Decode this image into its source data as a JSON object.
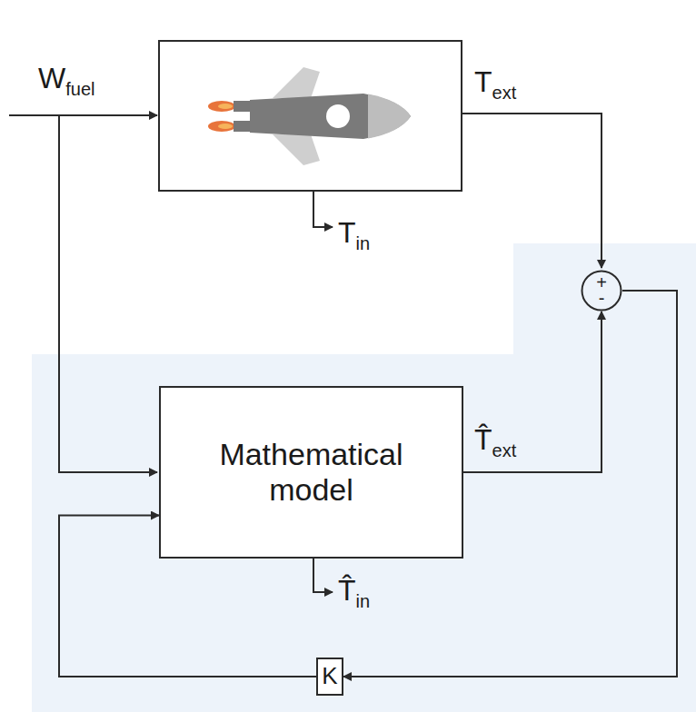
{
  "diagram": {
    "nodes": [
      {
        "text": [
          "Mathematical model"
        ]
      },
      {
        "text": [
          "+",
          "-"
        ]
      },
      {
        "text": [
          "K"
        ]
      }
    ],
    "edges": [
      {
        "from": 0,
        "to": 1,
        "arrow": "to"
      },
      {
        "from": 1,
        "to": 2,
        "arrow": "to"
      },
      {
        "from": 2,
        "to": 0,
        "arrow": "to"
      }
    ],
    "labels": [
      "W",
      "fuel",
      "T",
      "ext",
      "T",
      "in",
      "T̂",
      "ext",
      "T̂",
      "in"
    ]
  }
}
